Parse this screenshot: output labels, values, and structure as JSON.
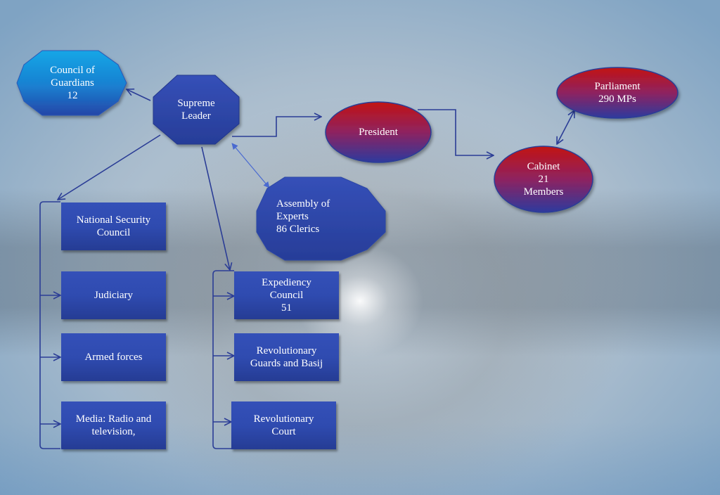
{
  "diagram": {
    "title": "Iran political structure",
    "colors": {
      "connector": "#2b3d96",
      "connector_light": "#4a6ad0",
      "octagon_dark": "#2f45a6",
      "octagon_cyan_top": "#11a3e3",
      "octagon_cyan_bottom": "#1d4fb4",
      "ellipse_top": "#c01414",
      "ellipse_bottom": "#2c3a9c",
      "box": "#2f4bb0",
      "text": "#ffffff"
    },
    "nodes": {
      "council_of_guardians": {
        "label": "Council of\nGuardians\n12",
        "shape": "octagon"
      },
      "supreme_leader": {
        "label": "Supreme\nLeader",
        "shape": "octagon"
      },
      "president": {
        "label": "President",
        "shape": "ellipse"
      },
      "parliament": {
        "label": "Parliament\n290 MPs",
        "shape": "ellipse"
      },
      "cabinet": {
        "label": "Cabinet\n21\nMembers",
        "shape": "ellipse"
      },
      "assembly_of_experts": {
        "label": "Assembly of\nExperts\n86 Clerics",
        "shape": "octagon"
      },
      "national_security_council": {
        "label": "National Security\nCouncil",
        "shape": "box"
      },
      "judiciary": {
        "label": "Judiciary",
        "shape": "box"
      },
      "armed_forces": {
        "label": "Armed forces",
        "shape": "box"
      },
      "media": {
        "label": "Media: Radio and\ntelevision,",
        "shape": "box"
      },
      "expediency_council": {
        "label": "Expediency\nCouncil\n51",
        "shape": "box"
      },
      "revolutionary_guards": {
        "label": "Revolutionary\nGuards and Basij",
        "shape": "box"
      },
      "revolutionary_court": {
        "label": "Revolutionary\nCourt",
        "shape": "box"
      }
    },
    "edges": [
      {
        "from": "supreme_leader",
        "to": "council_of_guardians",
        "type": "arrow"
      },
      {
        "from": "supreme_leader",
        "to": "president",
        "type": "elbow-arrow"
      },
      {
        "from": "president",
        "to": "cabinet",
        "type": "elbow-arrow"
      },
      {
        "from": "cabinet",
        "to": "parliament",
        "type": "double-arrow"
      },
      {
        "from": "supreme_leader",
        "to": "assembly_of_experts",
        "type": "double-arrow"
      },
      {
        "from": "supreme_leader",
        "to": "left-group",
        "type": "arrow"
      },
      {
        "from": "supreme_leader",
        "to": "right-group",
        "type": "arrow"
      }
    ]
  }
}
